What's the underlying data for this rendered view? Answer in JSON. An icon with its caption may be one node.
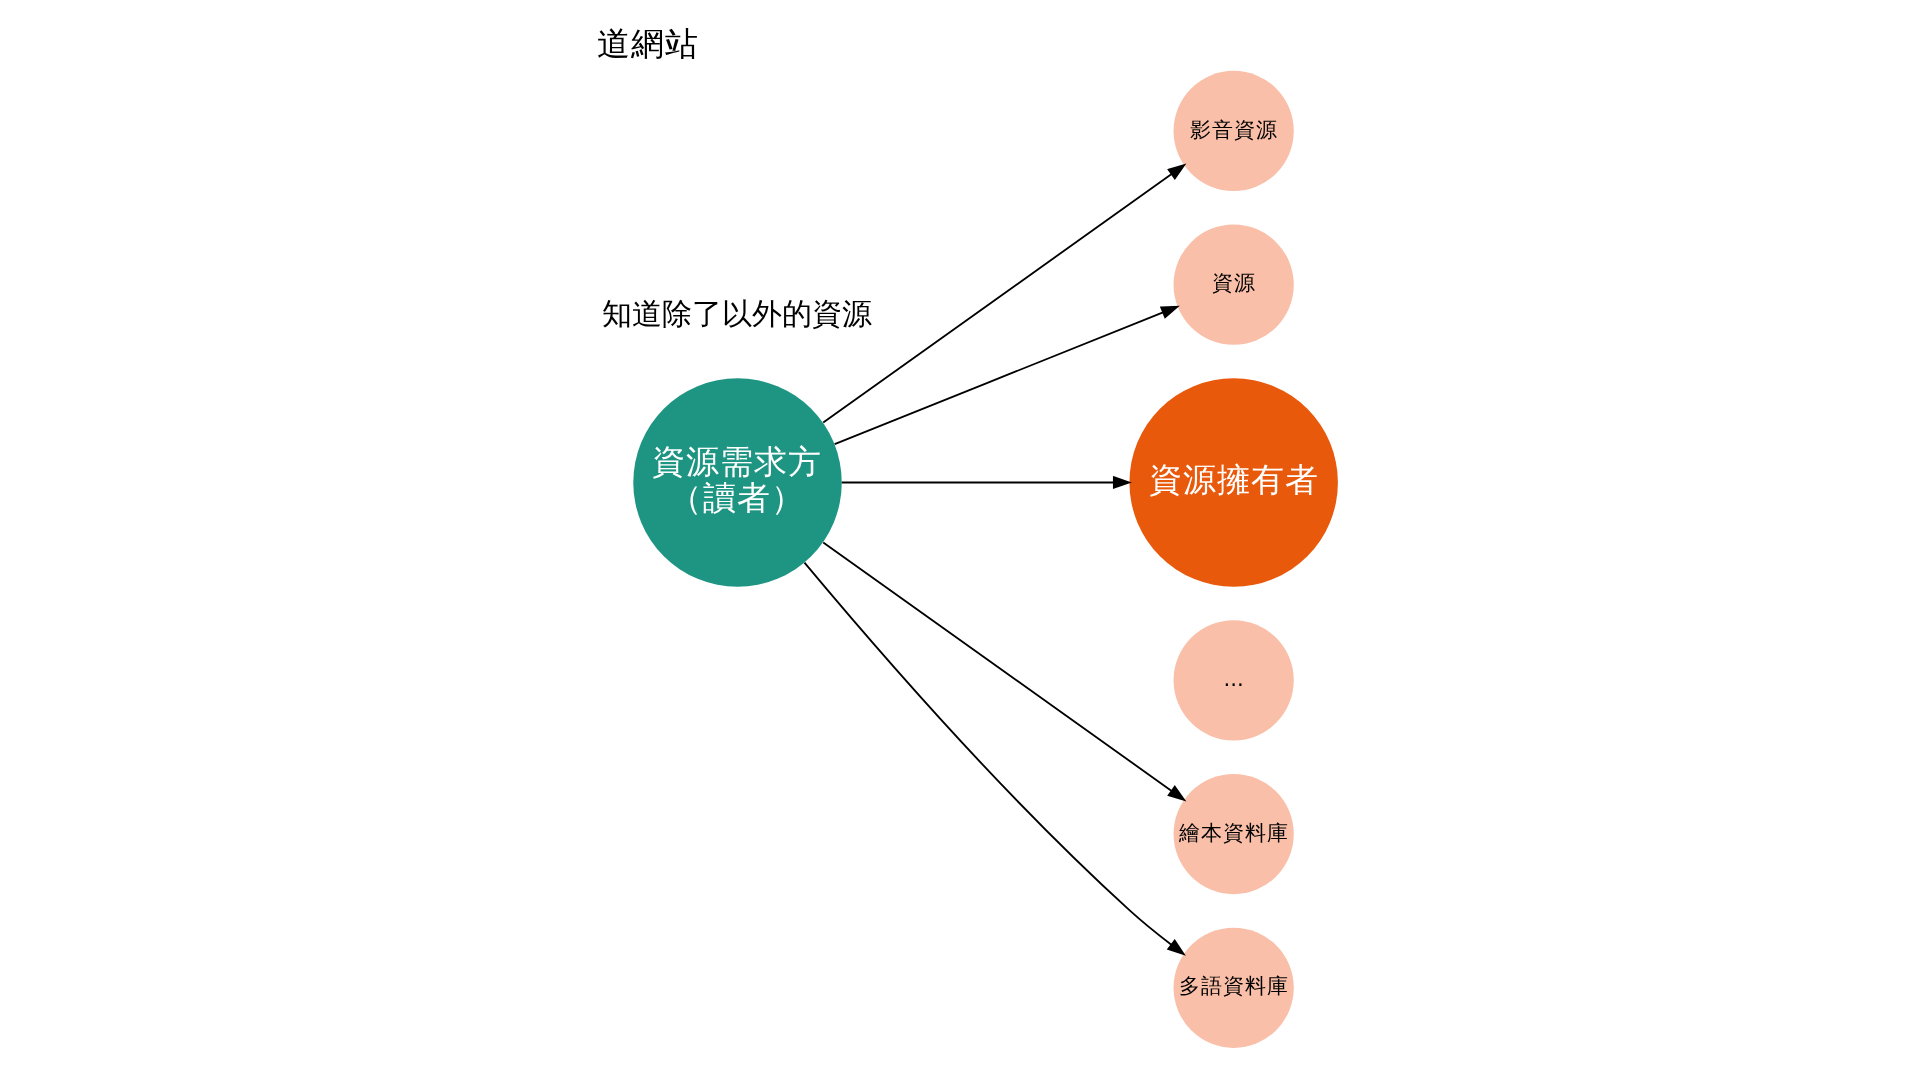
{
  "diagram": {
    "title": "道網站",
    "nodes": [
      {
        "text": [
          "資源需求方",
          "（讀者）"
        ]
      },
      {
        "text": [
          "影音資源"
        ]
      },
      {
        "text": [
          "資源"
        ]
      },
      {
        "text": [
          "資源擁有者"
        ]
      },
      {
        "text": [
          "繪本資料庫"
        ]
      },
      {
        "text": [
          "多語資料庫"
        ]
      },
      {
        "text": [
          "..."
        ]
      }
    ],
    "edges": [
      {
        "from": 0,
        "to": 1,
        "arrow": "to"
      },
      {
        "from": 0,
        "to": 2,
        "arrow": "to"
      },
      {
        "from": 0,
        "to": 3,
        "arrow": "to"
      },
      {
        "from": 0,
        "to": 4,
        "arrow": "to"
      },
      {
        "from": 0,
        "to": 5,
        "arrow": "to"
      }
    ],
    "labels": [
      "知道除了以外的資源"
    ]
  }
}
